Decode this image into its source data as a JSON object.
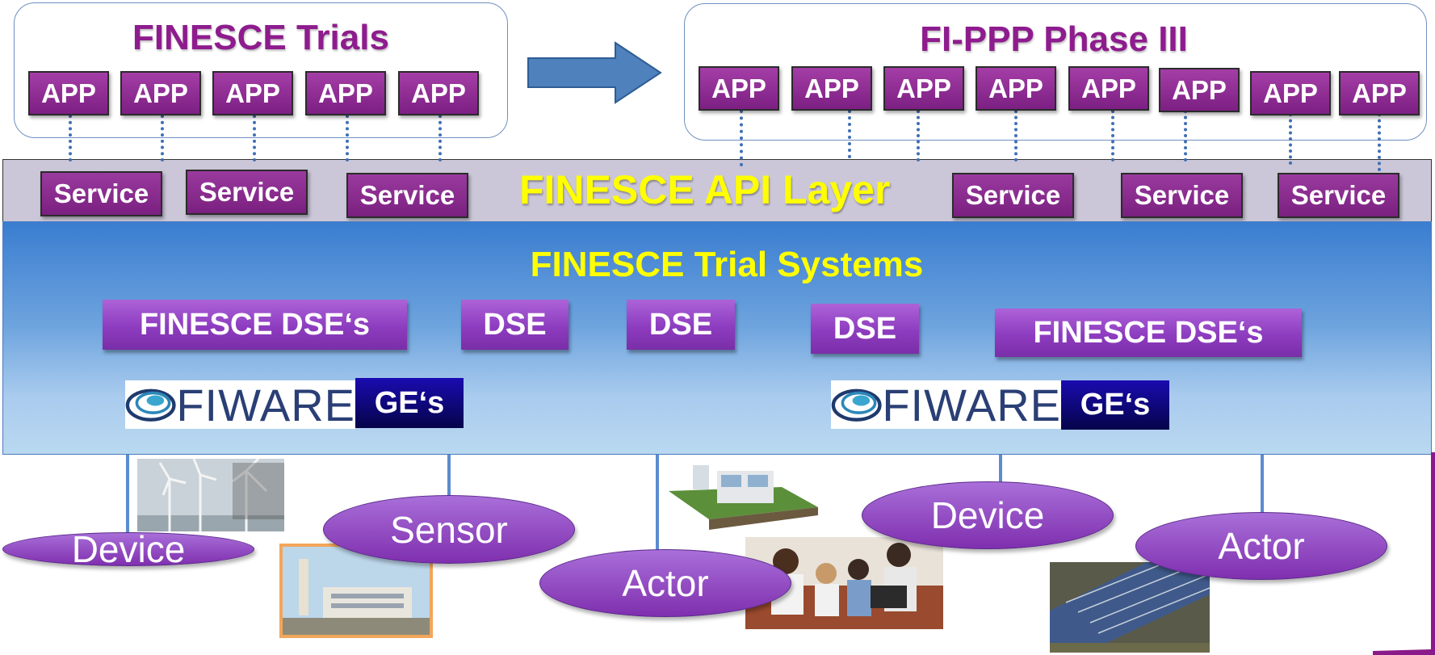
{
  "left_group": {
    "title": "FINESCE Trials",
    "apps": [
      "APP",
      "APP",
      "APP",
      "APP",
      "APP"
    ]
  },
  "right_group": {
    "title": "FI-PPP Phase III",
    "apps": [
      "APP",
      "APP",
      "APP",
      "APP",
      "APP",
      "APP",
      "APP",
      "APP"
    ]
  },
  "api_layer": {
    "title": "FINESCE API Layer",
    "services_left": [
      "Service",
      "Service",
      "Service"
    ],
    "services_right": [
      "Service",
      "Service",
      "Service"
    ]
  },
  "trial_systems": {
    "title": "FINESCE Trial Systems",
    "dse_boxes": [
      "FINESCE DSE‘s",
      "DSE",
      "DSE",
      "DSE",
      "FINESCE DSE‘s"
    ],
    "fiware_logo_text": "FIWARE",
    "ge_label": "GE‘s"
  },
  "field": {
    "ovals": [
      "Device",
      "Sensor",
      "Actor",
      "Device",
      "Actor"
    ]
  },
  "colors": {
    "purple": "#8e1c8e",
    "yellow": "#ffff00",
    "blue": "#3a7dd0",
    "navy": "#05044a"
  }
}
